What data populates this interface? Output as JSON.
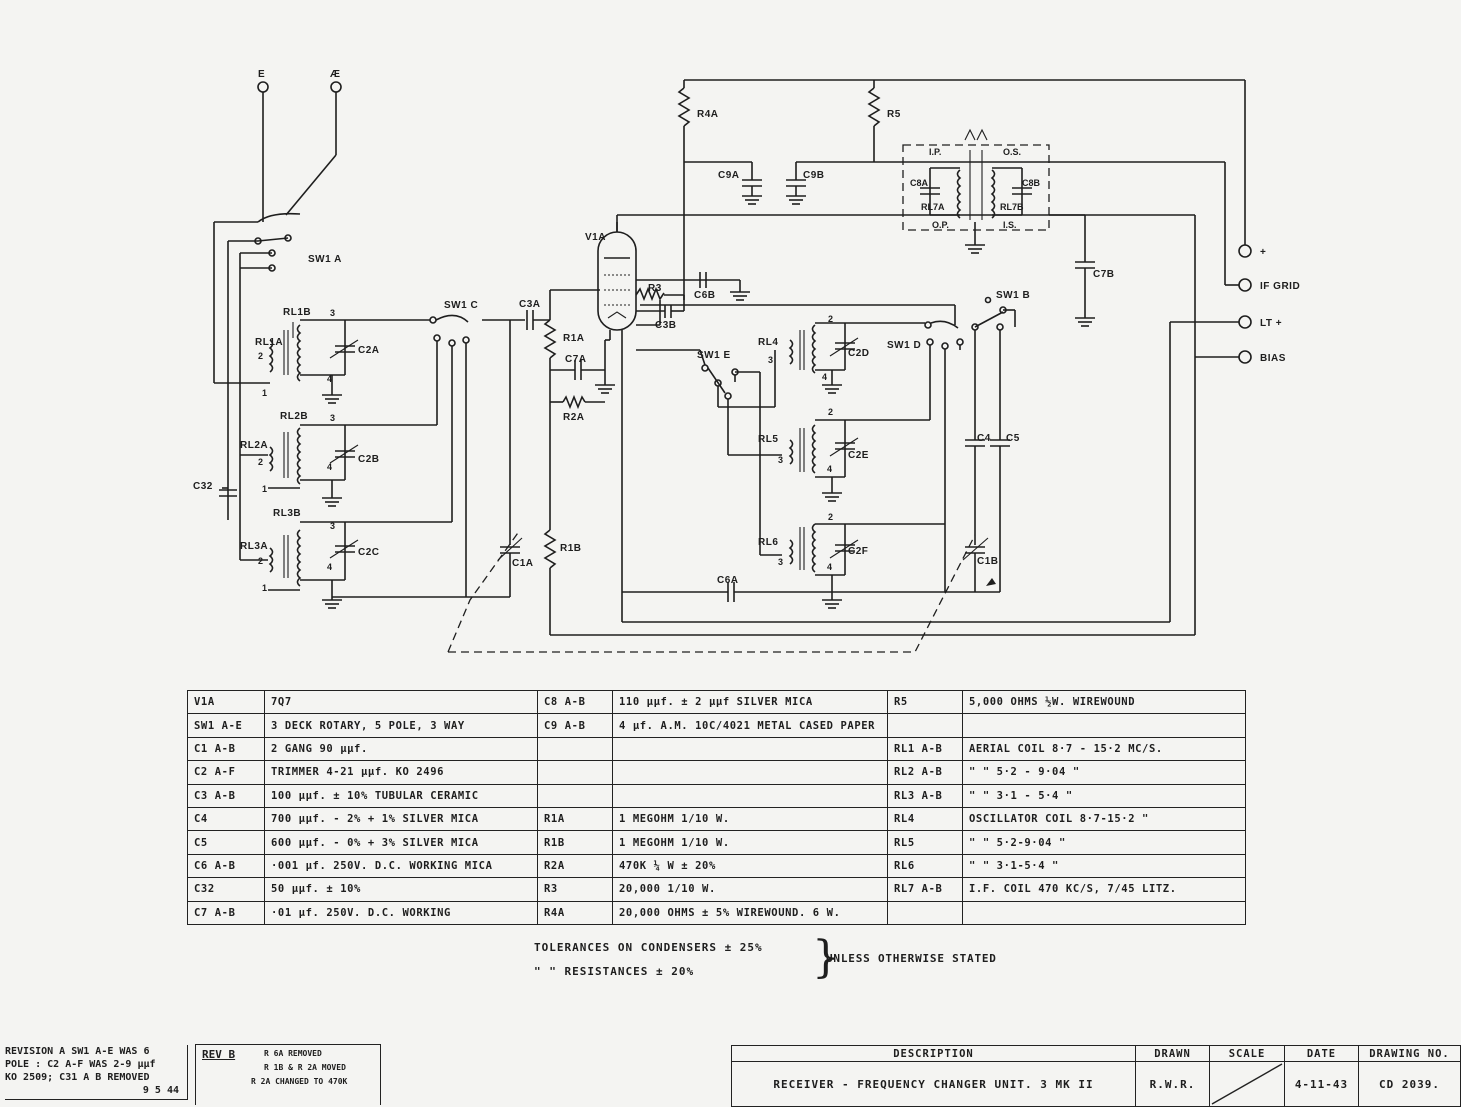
{
  "terminals": {
    "earth": "E",
    "aerial": "Æ",
    "plus": "+",
    "if_grid": "IF GRID",
    "lt_plus": "LT +",
    "bias": "BIAS"
  },
  "components": {
    "valve": "V1A",
    "switches": [
      "SW1 A",
      "SW1 C",
      "SW1 E",
      "SW1 D",
      "SW1 B"
    ],
    "resistors": [
      "R4A",
      "R5",
      "R3",
      "R1A",
      "R2A",
      "R1B"
    ],
    "capacitors": [
      "C9A",
      "C9B",
      "C8A",
      "C8B",
      "C6B",
      "C3B",
      "C3A",
      "C7A",
      "C7B",
      "C2A",
      "C2B",
      "C2C",
      "C2D",
      "C2E",
      "C2F",
      "C32",
      "C1A",
      "C1B",
      "C4",
      "C5",
      "C6A"
    ],
    "coils": [
      "RL1A",
      "RL1B",
      "RL2A",
      "RL2B",
      "RL3A",
      "RL3B",
      "RL4",
      "RL5",
      "RL6",
      "RL7A",
      "RL7B"
    ],
    "if_transformer": {
      "ip": "I.P.",
      "os": "O.S.",
      "op": "O.P.",
      "is": "I.S."
    },
    "pins": [
      "1",
      "2",
      "3",
      "4"
    ]
  },
  "parts_list": [
    [
      "V1A",
      "7Q7",
      "C8  A-B",
      "110 µµf. ± 2 µµf  SILVER MICA",
      "R5",
      "5,000 OHMS  ½W.  WIREWOUND"
    ],
    [
      "SW1  A-E",
      "3 DECK ROTARY, 5 POLE, 3 WAY",
      "C9  A-B",
      "4 µf. A.M. 10C/4021 METAL CASED PAPER",
      "",
      ""
    ],
    [
      "C1  A-B",
      "2 GANG 90 µµf.",
      "",
      "",
      "RL1  A-B",
      "AERIAL COIL  8·7 - 15·2  MC/S."
    ],
    [
      "C2  A-F",
      "TRIMMER 4-21 µµf.  KO 2496",
      "",
      "",
      "RL2  A-B",
      "\"      \"    5·2 - 9·04    \""
    ],
    [
      "C3  A-B",
      "100 µµf. ± 10% TUBULAR CERAMIC",
      "",
      "",
      "RL3  A-B",
      "\"      \"    3·1 - 5·4    \""
    ],
    [
      "C4",
      "700 µµf. - 2% + 1% SILVER MICA",
      "R1A",
      "1 MEGOHM  1/10 W.",
      "RL4",
      "OSCILLATOR COIL 8·7-15·2 \""
    ],
    [
      "C5",
      "600 µµf. - 0% + 3% SILVER MICA",
      "R1B",
      "1 MEGOHM  1/10 W.",
      "RL5",
      "\"      \"    5·2-9·04   \""
    ],
    [
      "C6  A-B",
      "·001 µf. 250V. D.C. WORKING MICA",
      "R2A",
      "470K ¼ W ± 20%",
      "RL6",
      "\"      \"    3·1-5·4    \""
    ],
    [
      "C32",
      "50 µµf. ± 10%",
      "R3",
      "20,000  1/10 W.",
      "RL7  A-B",
      "I.F. COIL 470 KC/S, 7/45 LITZ."
    ],
    [
      "C7  A-B",
      "·01 µf.  250V.  D.C. WORKING",
      "R4A",
      "20,000 OHMS ± 5% WIREWOUND.  6 W.",
      "",
      ""
    ]
  ],
  "tolerances": {
    "line1": "TOLERANCES  ON  CONDENSERS ± 25%",
    "line2": "\"          \"   RESISTANCES ± 20%",
    "suffix": "UNLESS  OTHERWISE  STATED"
  },
  "revision_a": {
    "line1": "REVISION A  SW1 A-E WAS 6",
    "line2": "POLE : C2  A-F  WAS 2-9 µµf",
    "line3": "KO 2509; C31 A B REMOVED",
    "line4": "9 5 44"
  },
  "revision_b": {
    "tag": "REV B",
    "note1": "R 6A  REMOVED",
    "note2": "R 1B & R 2A  MOVED",
    "note3": "R 2A CHANGED TO 470K"
  },
  "title_block": {
    "headers": {
      "description": "DESCRIPTION",
      "drawn": "DRAWN",
      "scale": "SCALE",
      "date": "DATE",
      "drawing_no": "DRAWING NO."
    },
    "description": "RECEIVER - FREQUENCY  CHANGER  UNIT.  3 MK II",
    "drawn": "R.W.R.",
    "scale": "",
    "date": "4-11-43",
    "drawing_no": "CD 2039."
  }
}
